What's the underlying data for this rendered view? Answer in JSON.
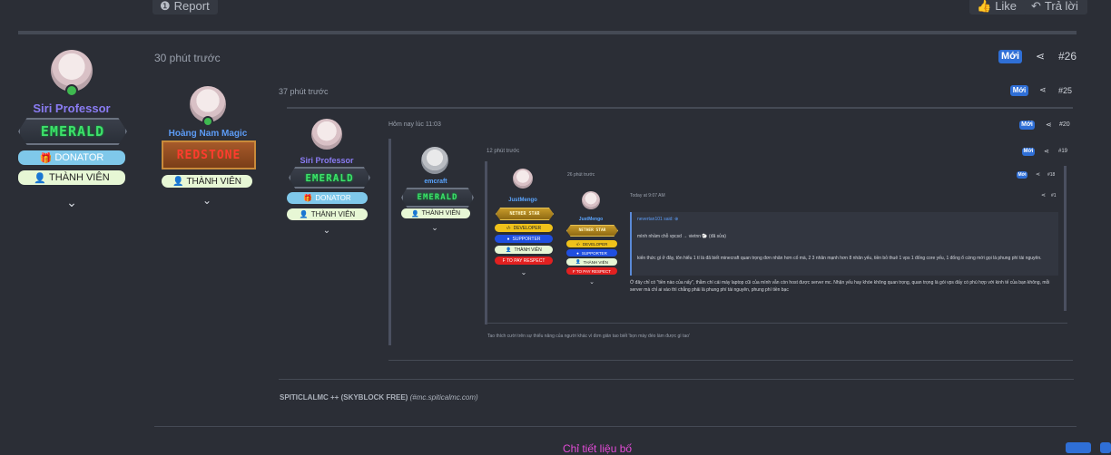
{
  "top": {
    "report_label": "Report",
    "like_label": "Like",
    "reply_label": "Trả lời"
  },
  "post26": {
    "author": "Siri Professor",
    "rank_banner": "EMERALD",
    "donator": "DONATOR",
    "member": "THÀNH VIÊN",
    "time": "30 phút trước",
    "new_badge": "Mới",
    "number": "#26"
  },
  "post25": {
    "author": "Hoàng Nam Magic",
    "rank_banner": "REDSTONE",
    "member": "THÀNH VIÊN",
    "time": "37 phút trước",
    "new_badge": "Mới",
    "number": "#25"
  },
  "post20": {
    "author": "Siri Professor",
    "rank_banner": "EMERALD",
    "donator": "DONATOR",
    "member": "THÀNH VIÊN",
    "time": "Hôm nay lúc 11:03",
    "new_badge": "Mới",
    "number": "#20"
  },
  "post19": {
    "author": "emcraft",
    "rank_banner": "EMERALD",
    "member": "THÀNH VIÊN",
    "time": "12 phút trước",
    "new_badge": "Mới",
    "number": "#19"
  },
  "post18": {
    "author": "JustMengo",
    "rank_banner": "NETHER STAR",
    "developer": "DEVELOPER",
    "supporter": "SUPPORTER",
    "member": "THÀNH VIÊN",
    "pay": "F TO PAY RESPECT",
    "time": "26 phút trước",
    "new_badge": "Mới",
    "number": "#18"
  },
  "post1": {
    "author": "JustMengo",
    "rank_banner": "NETHER STAR",
    "developer": "DEVELOPER",
    "supporter": "SUPPORTER",
    "member": "THÀNH VIÊN",
    "pay": "F TO PAY RESPECT",
    "time": "Today at 9:07 AM",
    "number": "#1",
    "quote_author": "nevertan101 said: ⊕",
    "quote_line1": "mình nhầm chỗ vpcsd → vietnn 🐑 (đã sửa)",
    "quote_line2": "kiến thức gì ở đây, tôn hiểu 1 tí là đã biết minecraft quan trọng đơn nhân hơn cố mà, 2 3 nhân mạnh hơn 8 nhân yếu, tiền bỏ thuê 1 vps 1 đống core yếu, 1 đống ổ cứng mới gọi là phung phí tài nguyên.",
    "body": "Ở đây chỉ có \"tiền nào của nấy\", thằm chí cái máy laptop cũi của mình vẫn còn host được server mc. Nhận yếu hay khóe không quan trọng, quan trọng là gói vps đấy có phù hợp với kinh tế của bạn không, mỗi server mà chỉ ai vào thì chẳng phải là phung phí tài nguyên, phung phí tiền bạc"
  },
  "signature_inner": "Tao thích cười trên sự thiểu năng của người khác vì đơn giản tao biết 'bọn mày đéo làm được gì tao'",
  "signature": {
    "bold": "SPITICLALMC ++ (SKYBLOCK FREE)",
    "italic": "(#mc.spiticalmc.com)"
  },
  "bottom_link": "Chỉ tiết liệu bố"
}
